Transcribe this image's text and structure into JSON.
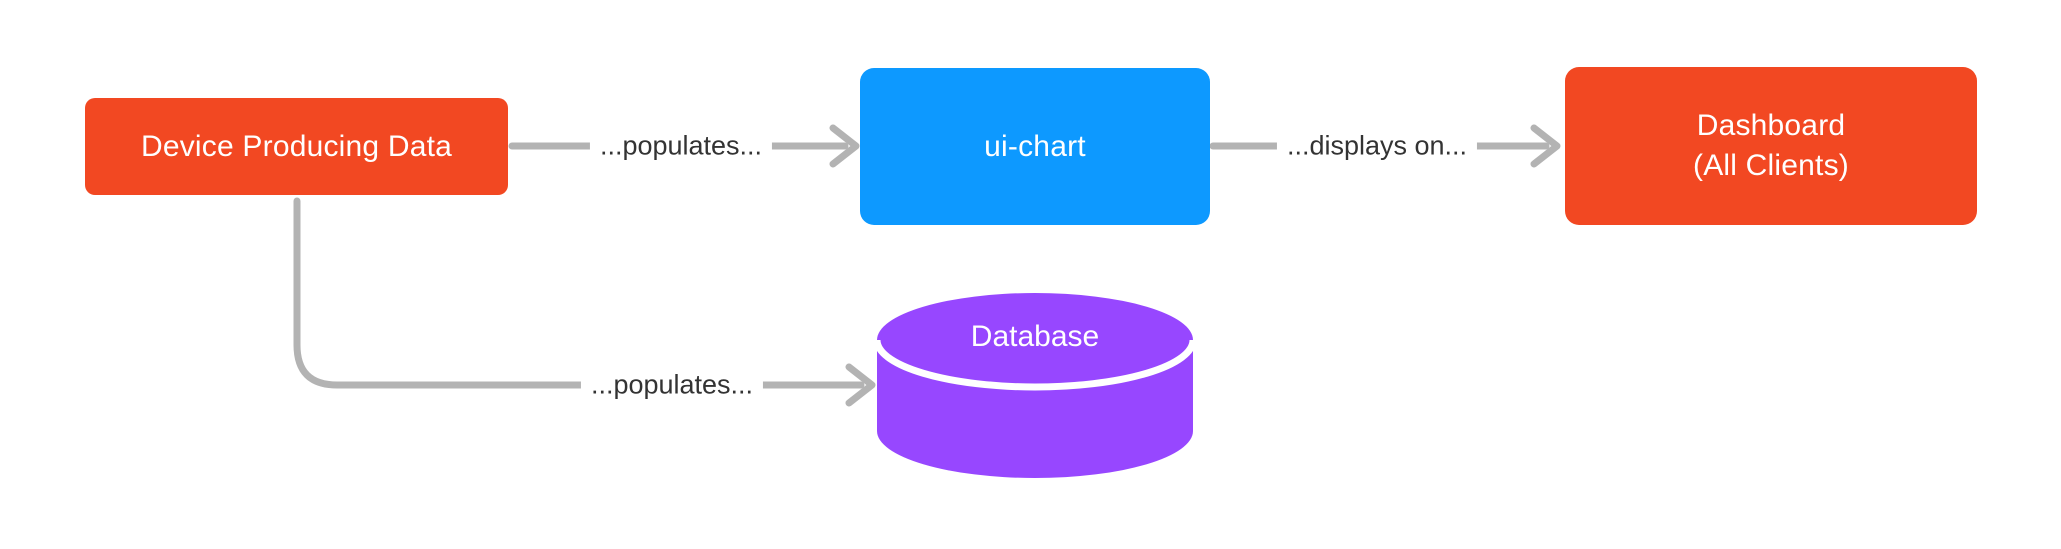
{
  "diagram": {
    "background": "#FFFFFF",
    "connector_color": "#B3B3B3",
    "label_text_color": "#333333",
    "nodes": {
      "device": {
        "label": "Device Producing Data",
        "shape": "rounded-rectangle",
        "color": "#F24822",
        "text_color": "#FFFFFF"
      },
      "ui_chart": {
        "label": "ui-chart",
        "shape": "rounded-rectangle",
        "color": "#0D99FF",
        "text_color": "#FFFFFF"
      },
      "dashboard": {
        "label_line1": "Dashboard",
        "label_line2": "(All Clients)",
        "shape": "rounded-rectangle",
        "color": "#F24822",
        "text_color": "#FFFFFF"
      },
      "database": {
        "label": "Database",
        "shape": "cylinder",
        "color": "#9747FF",
        "text_color": "#FFFFFF"
      }
    },
    "edges": [
      {
        "from": "device",
        "to": "ui_chart",
        "label": "...populates..."
      },
      {
        "from": "ui_chart",
        "to": "dashboard",
        "label": "...displays on..."
      },
      {
        "from": "device",
        "to": "database",
        "label": "...populates..."
      }
    ]
  }
}
